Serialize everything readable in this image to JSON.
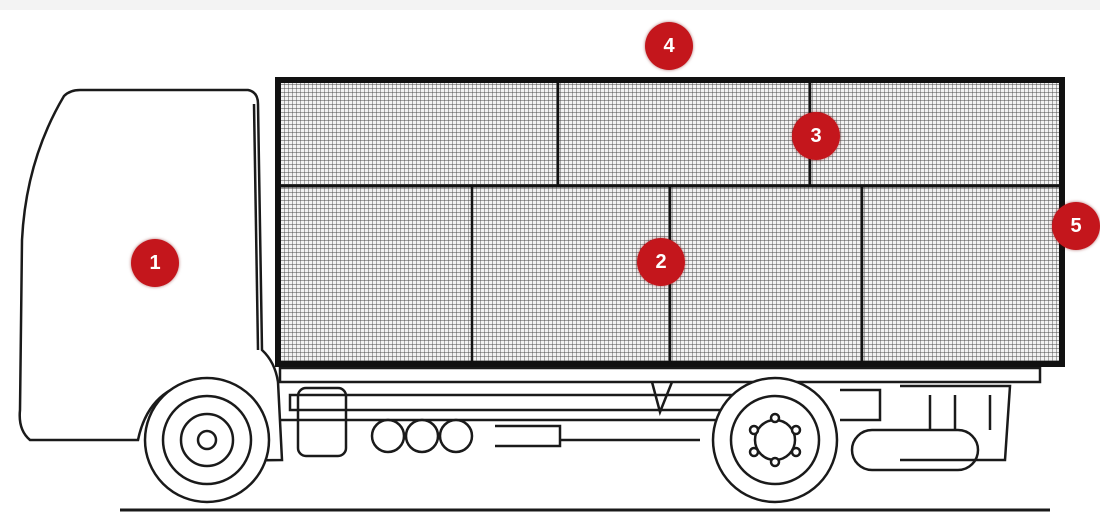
{
  "diagram": {
    "subject": "truck-with-mesh-cargo-box",
    "marker_color": "#c4161c",
    "line_color": "#1a1a1a",
    "mesh_color": "#3a3a3a",
    "markers": [
      {
        "id": "1",
        "label": "1"
      },
      {
        "id": "2",
        "label": "2"
      },
      {
        "id": "3",
        "label": "3"
      },
      {
        "id": "4",
        "label": "4"
      },
      {
        "id": "5",
        "label": "5"
      }
    ]
  }
}
